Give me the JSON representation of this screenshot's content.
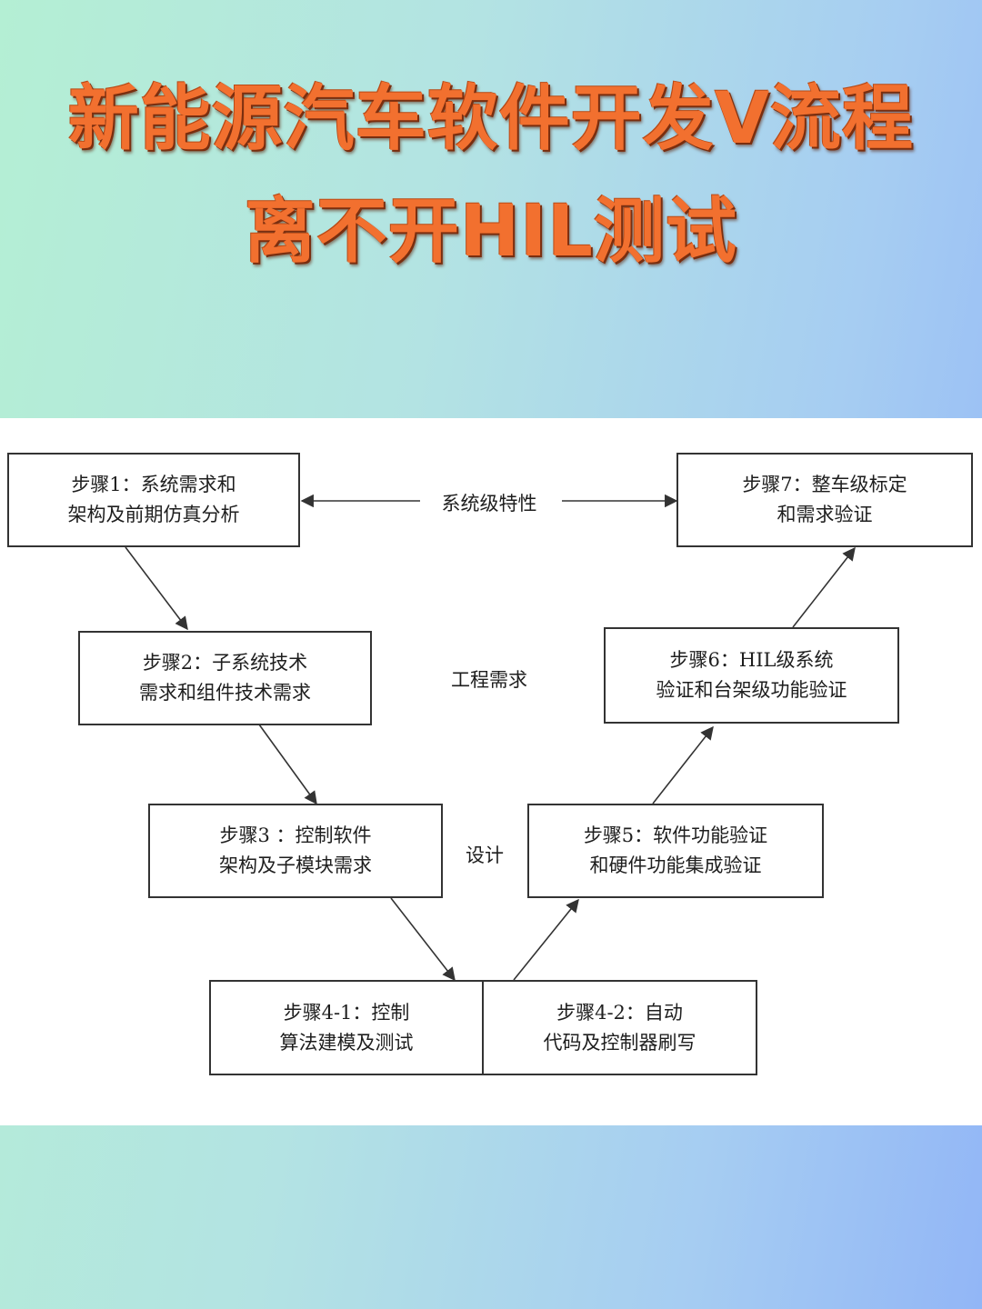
{
  "title": {
    "line1": "新能源汽车软件开发V流程",
    "line2": "离不开HIL测试"
  },
  "diagram": {
    "steps": {
      "step1": {
        "line1": "步骤1：系统需求和",
        "line2": "架构及前期仿真分析"
      },
      "step2": {
        "line1": "步骤2：子系统技术",
        "line2": "需求和组件技术需求"
      },
      "step3": {
        "line1": "步骤3 ：控制软件",
        "line2": "架构及子模块需求"
      },
      "step4_1": {
        "line1": "步骤4-1：控制",
        "line2": "算法建模及测试"
      },
      "step4_2": {
        "line1": "步骤4-2：自动",
        "line2": "代码及控制器刷写"
      },
      "step5": {
        "line1": "步骤5：软件功能验证",
        "line2": "和硬件功能集成验证"
      },
      "step6": {
        "line1": "步骤6：HIL级系统",
        "line2": "验证和台架级功能验证"
      },
      "step7": {
        "line1": "步骤7：整车级标定",
        "line2": "和需求验证"
      }
    },
    "levels": {
      "system": "系统级特性",
      "engineering": "工程需求",
      "design": "设计"
    }
  }
}
